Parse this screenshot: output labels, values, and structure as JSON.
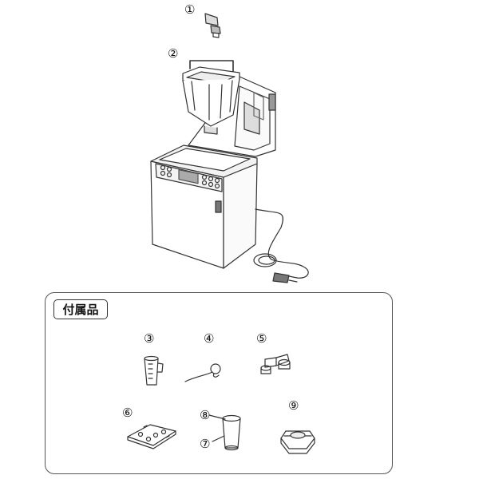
{
  "accessories": {
    "label": "付属品"
  },
  "callouts": [
    {
      "id": "kneading-blade",
      "label": "①"
    },
    {
      "id": "bread-pan",
      "label": "②"
    },
    {
      "id": "measuring-cup",
      "label": "③"
    },
    {
      "id": "blade-remover-hook",
      "label": "④"
    },
    {
      "id": "measuring-spoon",
      "label": "⑤"
    },
    {
      "id": "stirring-stand",
      "label": "⑥"
    },
    {
      "id": "cup-lid",
      "label": "⑧"
    },
    {
      "id": "tall-cup",
      "label": "⑦"
    },
    {
      "id": "blade-holder",
      "label": "⑨"
    }
  ]
}
